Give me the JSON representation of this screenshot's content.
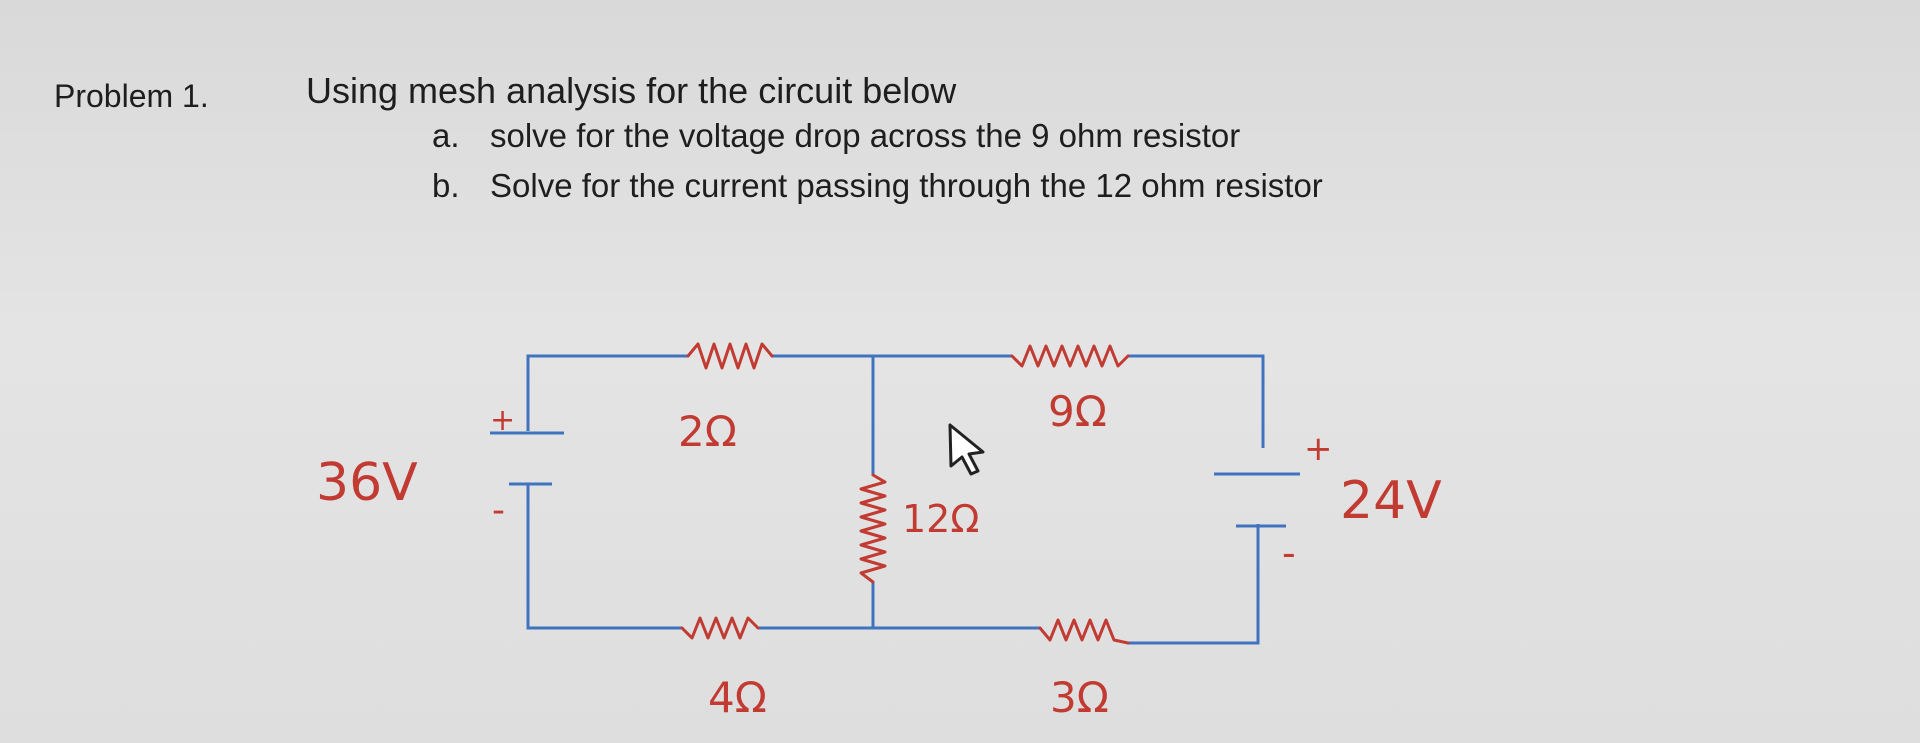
{
  "problem": {
    "label": "Problem 1.",
    "instruction": "Using mesh analysis for the circuit below",
    "items": [
      {
        "letter": "a.",
        "text": "solve for the voltage drop across the 9 ohm resistor"
      },
      {
        "letter": "b.",
        "text": "Solve for the current passing through the 12 ohm resistor"
      }
    ]
  },
  "circuit": {
    "sources": {
      "left": {
        "value": "36V",
        "plus": "+",
        "minus": "-"
      },
      "right": {
        "value": "24V",
        "plus": "+",
        "minus": "-"
      }
    },
    "resistors": {
      "top_left": "2Ω",
      "top_right": "9Ω",
      "middle": "12Ω",
      "bottom_left": "4Ω",
      "bottom_right": "3Ω"
    }
  },
  "colors": {
    "wire": "#3f73c0",
    "ink": "#c23b33"
  }
}
